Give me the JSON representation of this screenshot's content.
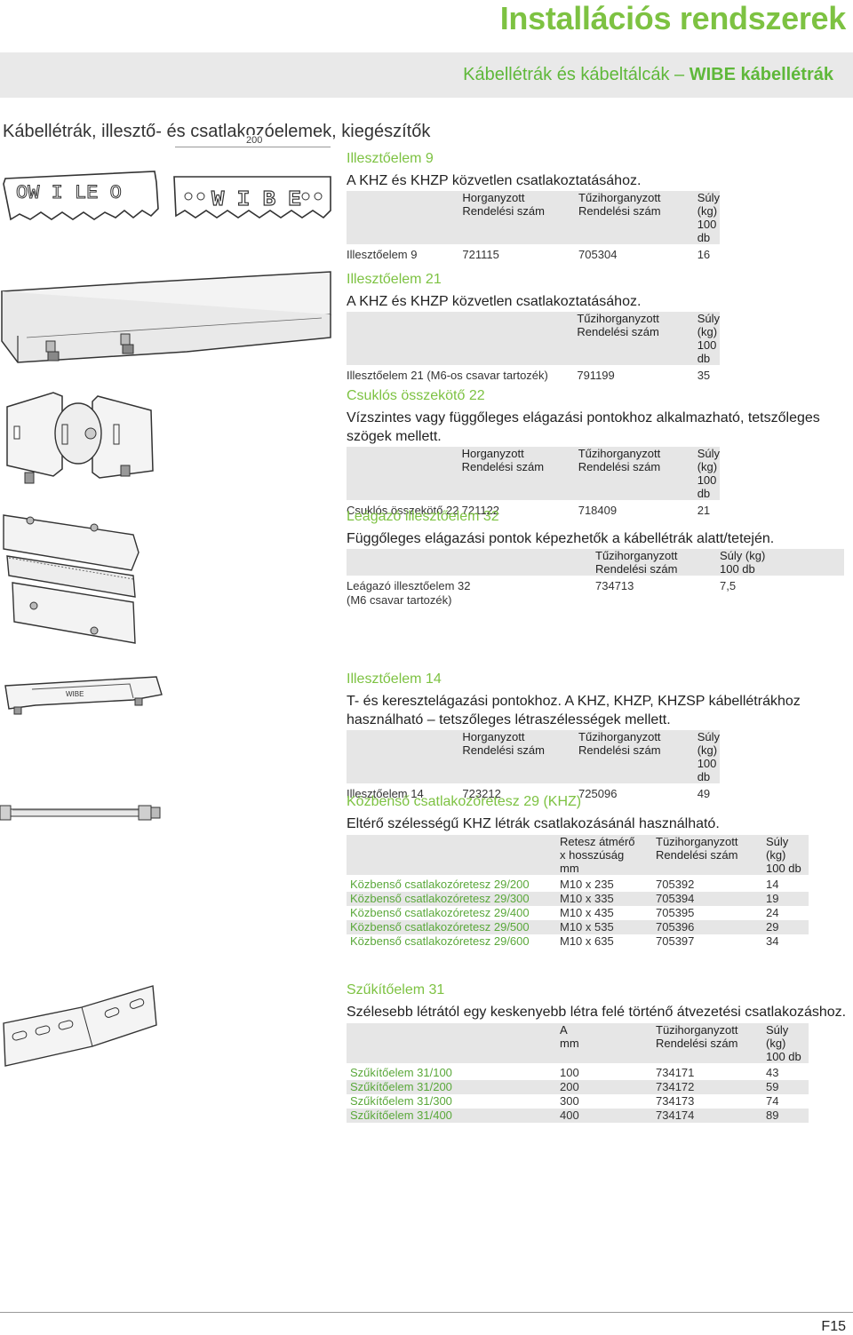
{
  "header": {
    "brand_title": "Installációs rendszerek",
    "subtitle_main": "Kábellétrák és kábeltálcák – ",
    "subtitle_bold": "WIBE kábellétrák"
  },
  "section_title": "Kábellétrák, illesztő- és csatlakozóelemek, kiegészítők",
  "dimension_label": "200",
  "image_labels": {
    "stamp1": "OW I LE O",
    "stamp2": "W I B E",
    "ladder_label": "WIBE"
  },
  "products": [
    {
      "title": "Illesztőelem 9",
      "desc": "A KHZ és KHZP közvetlen csatlakoztatásához.",
      "headers": [
        [
          "",
          ""
        ],
        [
          "Horganyzott",
          "Rendelési szám"
        ],
        [
          "Tűzihorganyzott",
          "Rendelési szám"
        ],
        [
          "Súly (kg)",
          "100 db"
        ]
      ],
      "rows": [
        [
          "Illesztőelem 9",
          "721115",
          "705304",
          "16"
        ]
      ]
    },
    {
      "title": "Illesztőelem 21",
      "desc": "A KHZ és KHZP közvetlen csatlakoztatásához.",
      "headers": [
        [
          "",
          ""
        ],
        [
          "Tűzihorganyzott",
          "Rendelési szám"
        ],
        [
          "Súly (kg)",
          "100 db"
        ]
      ],
      "rows": [
        [
          "Illesztőelem 21 (M6-os csavar tartozék)",
          "791199",
          "35"
        ]
      ]
    },
    {
      "title": "Csuklós összekötő 22",
      "desc": "Vízszintes vagy függőleges elágazási pontokhoz alkalmazható, tetszőleges szögek mellett.",
      "headers": [
        [
          "",
          ""
        ],
        [
          "Horganyzott",
          "Rendelési szám"
        ],
        [
          "Tűzihorganyzott",
          "Rendelési szám"
        ],
        [
          "Súly (kg)",
          "100 db"
        ]
      ],
      "rows": [
        [
          "Csuklós összekötő 22",
          "721122",
          "718409",
          "21"
        ]
      ]
    },
    {
      "title": "Leágazó illesztőelem 32",
      "desc": "Függőleges elágazási pontok képezhetők a kábellétrák alatt/tetején.",
      "headers": [
        [
          "",
          ""
        ],
        [
          "Tűzihorganyzott",
          "Rendelési szám"
        ],
        [
          "Súly (kg)",
          "100 db"
        ]
      ],
      "rows": [
        [
          "Leágazó illesztőelem 32\n(M6 csavar tartozék)",
          "734713",
          "7,5"
        ]
      ]
    },
    {
      "title": "Illesztőelem 14",
      "desc": "T- és keresztelágazási pontokhoz. A KHZ, KHZP, KHZSP kábellétrákhoz használható – tetszőleges létraszélességek mellett.",
      "headers": [
        [
          "",
          ""
        ],
        [
          "Horganyzott",
          "Rendelési szám"
        ],
        [
          "Tűzihorganyzott",
          "Rendelési szám"
        ],
        [
          "Súly (kg)",
          "100 db"
        ]
      ],
      "rows": [
        [
          "Illesztőelem 14",
          "723212",
          "725096",
          "49"
        ]
      ]
    },
    {
      "title": "Közbenső csatlakozóretesz 29 (KHZ)",
      "desc": "Eltérő szélességű KHZ létrák csatlakozásánál használható.",
      "headers": [
        [
          "",
          "",
          ""
        ],
        [
          "Retesz átmérő",
          "x hosszúság",
          "mm"
        ],
        [
          "Tüzihorganyzott",
          "Rendelési szám",
          ""
        ],
        [
          "Súly (kg)",
          "100 db",
          ""
        ]
      ],
      "rows": [
        [
          "Közbenső csatlakozóretesz 29/200",
          "M10 x 235",
          "705392",
          "14"
        ],
        [
          "Közbenső csatlakozóretesz 29/300",
          "M10 x 335",
          "705394",
          "19"
        ],
        [
          "Közbenső csatlakozóretesz 29/400",
          "M10 x 435",
          "705395",
          "24"
        ],
        [
          "Közbenső csatlakozóretesz 29/500",
          "M10 x 535",
          "705396",
          "29"
        ],
        [
          "Közbenső csatlakozóretesz 29/600",
          "M10 x 635",
          "705397",
          "34"
        ]
      ]
    },
    {
      "title": "Szűkítőelem 31",
      "desc": "Szélesebb létrától egy keskenyebb létra felé történő átvezetési csatlakozáshoz.",
      "headers": [
        [
          "",
          ""
        ],
        [
          "A",
          "mm"
        ],
        [
          "Tüzihorganyzott",
          "Rendelési szám"
        ],
        [
          "Súly (kg)",
          "100 db"
        ]
      ],
      "rows": [
        [
          "Szűkítőelem 31/100",
          "100",
          "734171",
          "43"
        ],
        [
          "Szűkítőelem 31/200",
          "200",
          "734172",
          "59"
        ],
        [
          "Szűkítőelem 31/300",
          "300",
          "734173",
          "74"
        ],
        [
          "Szűkítőelem 31/400",
          "400",
          "734174",
          "89"
        ]
      ]
    }
  ],
  "footer": {
    "page_number": "F15"
  }
}
